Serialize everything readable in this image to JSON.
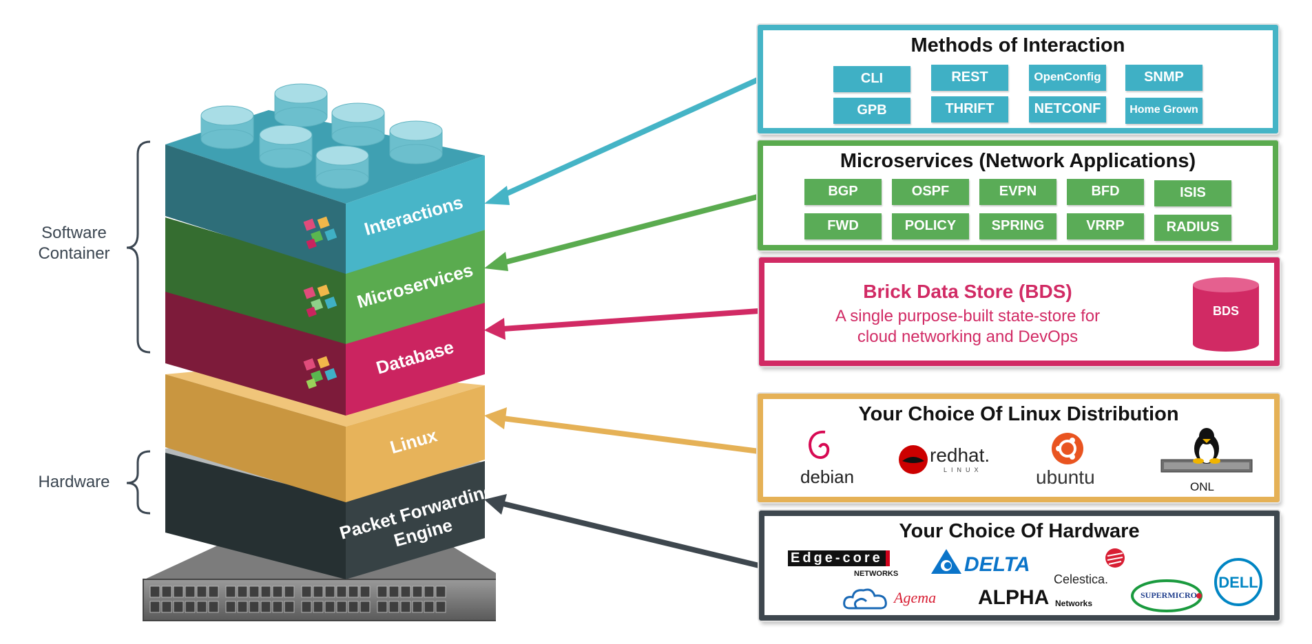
{
  "stack": {
    "side_labels": {
      "software": "Software\nContainer",
      "hardware": "Hardware"
    },
    "layers": [
      {
        "label": "Interactions",
        "color": "#45b4c6"
      },
      {
        "label": "Microservices",
        "color": "#5aab4f"
      },
      {
        "label": "Database",
        "color": "#c9245e"
      },
      {
        "label": "Linux",
        "color": "#e5b156"
      },
      {
        "label": "Packet Forwarding\nEngine",
        "color": "#323d40"
      }
    ]
  },
  "interaction": {
    "title": "Methods of Interaction",
    "color": "#45b4c6",
    "items": [
      "CLI",
      "REST",
      "OpenConfig",
      "SNMP",
      "GPB",
      "THRIFT",
      "NETCONF",
      "Home Grown"
    ]
  },
  "microservices": {
    "title": "Microservices (Network Applications)",
    "color": "#5aab4f",
    "items": [
      "BGP",
      "OSPF",
      "EVPN",
      "BFD",
      "ISIS",
      "FWD",
      "POLICY",
      "SPRING",
      "VRRP",
      "RADIUS"
    ]
  },
  "bds": {
    "title": "Brick Data Store (BDS)",
    "line1": "A single purpose-built state-store for",
    "line2": "cloud networking and DevOps",
    "icon_label": "BDS",
    "color": "#d12a64"
  },
  "linux": {
    "title": "Your Choice Of Linux Distribution",
    "color": "#e5b156",
    "logos": {
      "debian": "debian",
      "redhat": "redhat.",
      "redhat_sub": "LINUX",
      "ubuntu": "ubuntu",
      "onl": "ONL"
    }
  },
  "hardware": {
    "title": "Your Choice Of Hardware",
    "color": "#3e474e",
    "logos": {
      "edgecore": "Edge-core",
      "edgecore_sub": "NETWORKS",
      "delta": "DELTA",
      "celestica": "Celestica.",
      "agema": "Agema",
      "alpha": "ALPHA",
      "alpha_sub": "Networks",
      "supermicro": "SUPERMICRO",
      "dell": "DELL"
    }
  }
}
